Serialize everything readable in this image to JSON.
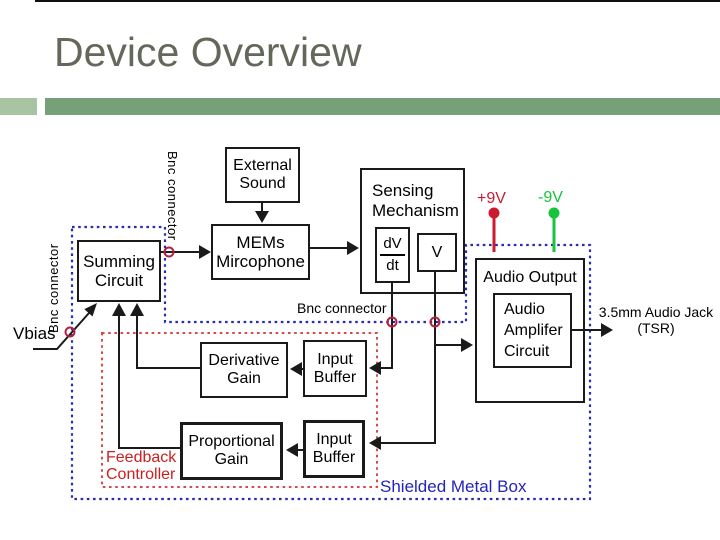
{
  "slide": {
    "title": "Device Overview"
  },
  "blocks": {
    "external_sound": "External\nSound",
    "mems_microphone": "MEMs\nMircophone",
    "sensing_mechanism": "Sensing\nMechanism",
    "dvdt_numerator": "dV",
    "dvdt_denominator": "dt",
    "v_meter": "V",
    "summing_circuit": "Summing\nCircuit",
    "audio_output": "Audio Output",
    "audio_amplifier_circuit": "Audio\nAmplifer\nCircuit",
    "derivative_gain": "Derivative\nGain",
    "input_buffer_top": "Input\nBuffer",
    "proportional_gain": "Proportional\nGain",
    "input_buffer_bottom": "Input\nBuffer"
  },
  "labels": {
    "vbias": "Vbias",
    "bnc_connector_left": "Bnc connector",
    "bnc_connector_middle": "Bnc connector",
    "bnc_connector_bottom": "Bnc connector",
    "supply_positive": "+9V",
    "supply_negative": "-9V",
    "audio_jack": "3.5mm Audio Jack\n(TSR)",
    "feedback_controller": "Feedback\nController",
    "shielded_metal_box": "Shielded Metal Box"
  },
  "colors": {
    "title_text": "#64685a",
    "accent_bar": "#76a078",
    "accent_bar_light": "#a9c4a2",
    "shield_outline_blue": "#2b2bb0",
    "feedback_outline_red": "#d84a4a",
    "crossing_ring_red": "#b22240",
    "supply_positive_red": "#cc1b30",
    "supply_negative_green": "#16c53c"
  }
}
